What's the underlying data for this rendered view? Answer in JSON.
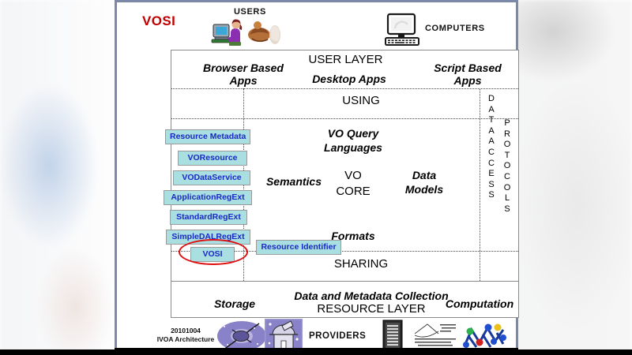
{
  "slide": {
    "title": "VOSI",
    "title_color": "#c00000",
    "footer": {
      "date": "20101004",
      "subtitle": "IVOA Architecture",
      "providers_label": "PROVIDERS"
    },
    "header": {
      "users_label": "USERS",
      "computers_label": "COMPUTERS",
      "users_icon": "users-icon",
      "computer_icon": "computer-icon"
    }
  },
  "diagram": {
    "layers": {
      "user_layer": "USER LAYER",
      "using": "USING",
      "vo_core_line1": "VO",
      "vo_core_line2": "CORE",
      "sharing": "SHARING",
      "resource_layer": "RESOURCE LAYER"
    },
    "columns": {
      "browser_apps_line1": "Browser Based",
      "browser_apps_line2": "Apps",
      "desktop_apps": "Desktop Apps",
      "script_apps_line1": "Script Based",
      "script_apps_line2": "Apps",
      "semantics": "Semantics",
      "data_models_line1": "Data",
      "data_models_line2": "Models",
      "storage": "Storage",
      "data_collection": "Data and Metadata Collection",
      "computation": "Computation"
    },
    "core": {
      "vo_query_line1": "VO Query",
      "vo_query_line2": "Languages",
      "formats": "Formats"
    },
    "right_stacks": {
      "data_access": "DATAACCESS",
      "protocols": "PROTOCOLS"
    },
    "boxes": [
      {
        "label": "Resource Metadata",
        "name": "resource-metadata-box"
      },
      {
        "label": "VOResource",
        "name": "voresource-box"
      },
      {
        "label": "VODataService",
        "name": "vodataservice-box"
      },
      {
        "label": "ApplicationRegExt",
        "name": "applicationregext-box"
      },
      {
        "label": "StandardRegExt",
        "name": "standardregext-box"
      },
      {
        "label": "SimpleDALRegExt",
        "name": "simpledalregext-box"
      },
      {
        "label": "VOSI",
        "name": "vosi-box"
      },
      {
        "label": "Resource Identifier",
        "name": "resource-identifier-box"
      }
    ],
    "highlight": {
      "shape": "ellipse",
      "color": "#dd1111",
      "target": "VOSI"
    },
    "box_fill": "#a9dfe0",
    "box_text_color": "#1a28c8"
  }
}
